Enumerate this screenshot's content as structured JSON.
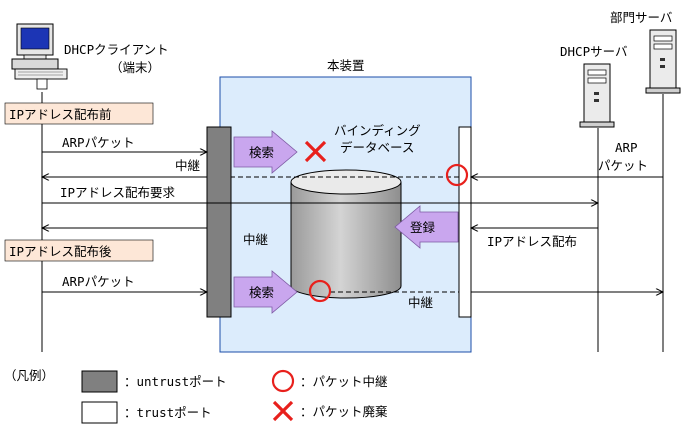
{
  "nodes": {
    "client_label_1": "DHCPクライアント",
    "client_label_2": "（端末）",
    "dhcp_server": "DHCPサーバ",
    "dept_server": "部門サーバ",
    "device": "本装置"
  },
  "phases": {
    "before": "IPアドレス配布前",
    "after": "IPアドレス配布後"
  },
  "messages": {
    "arp_packet_1": "ARPパケット",
    "relay_1": "中継",
    "ip_request": "IPアドレス配布要求",
    "relay_2": "中継",
    "ip_distribution": "IPアドレス配布",
    "arp_packet_2": "ARPパケット",
    "relay_3": "中継",
    "server_arp_1": "ARP",
    "server_arp_2": "パケット"
  },
  "database": {
    "label_1": "バインディング",
    "label_2": "データベース"
  },
  "actions": {
    "search_1": "検索",
    "search_2": "検索",
    "register": "登録"
  },
  "legend": {
    "title": "（凡例）",
    "untrust_port": "：untrustポート",
    "trust_port": "：trustポート",
    "packet_relay": "：パケット中継",
    "packet_discard": "：パケット廃棄"
  },
  "colors": {
    "device_bg": "#dcecfc",
    "device_border": "#1b4ea8",
    "phase_bg": "#fde7d7",
    "action_arrow": "#c9a6ee",
    "untrust_port": "#808080",
    "mark_red": "#e8201c",
    "db_fill": "#c8c8c8"
  }
}
